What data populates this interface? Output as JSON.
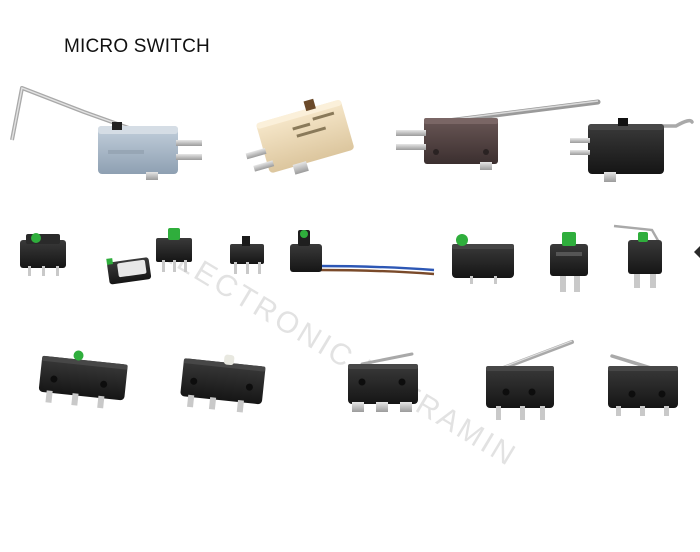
{
  "title": "MICRO SWITCH",
  "watermark": "ELECTRONIC NATRAMIN",
  "colors": {
    "background": "#ffffff",
    "switch_black": "#1d1d1d",
    "switch_blue_gray": "#a9b8c6",
    "switch_cream": "#efdcb8",
    "switch_brown": "#4a3b3a",
    "actuator_green": "#2fae3c",
    "terminal_silver": "#c9c9c9",
    "cable_blue": "#2d57b5",
    "cable_brown": "#7a4a2a"
  },
  "rows": [
    {
      "name": "row-1",
      "items": [
        "long-bent-lever-switch-blue",
        "pin-plunger-switch-cream",
        "long-lever-switch-brown",
        "short-lever-switch-black"
      ]
    },
    {
      "name": "row-2",
      "items": [
        "subminiature-sealed-green",
        "subminiature-side-mount-white",
        "subminiature-sealed-pcb-green",
        "subminiature-black-pcb",
        "subminiature-wired-green",
        "subminiature-wide-green",
        "subminiature-tall-green",
        "subminiature-lever-green"
      ]
    },
    {
      "name": "row-3",
      "items": [
        "miniature-sealed-green-plunger",
        "miniature-sealed-white-plunger",
        "miniature-short-lever",
        "miniature-long-lever",
        "miniature-roller-lever"
      ]
    }
  ]
}
